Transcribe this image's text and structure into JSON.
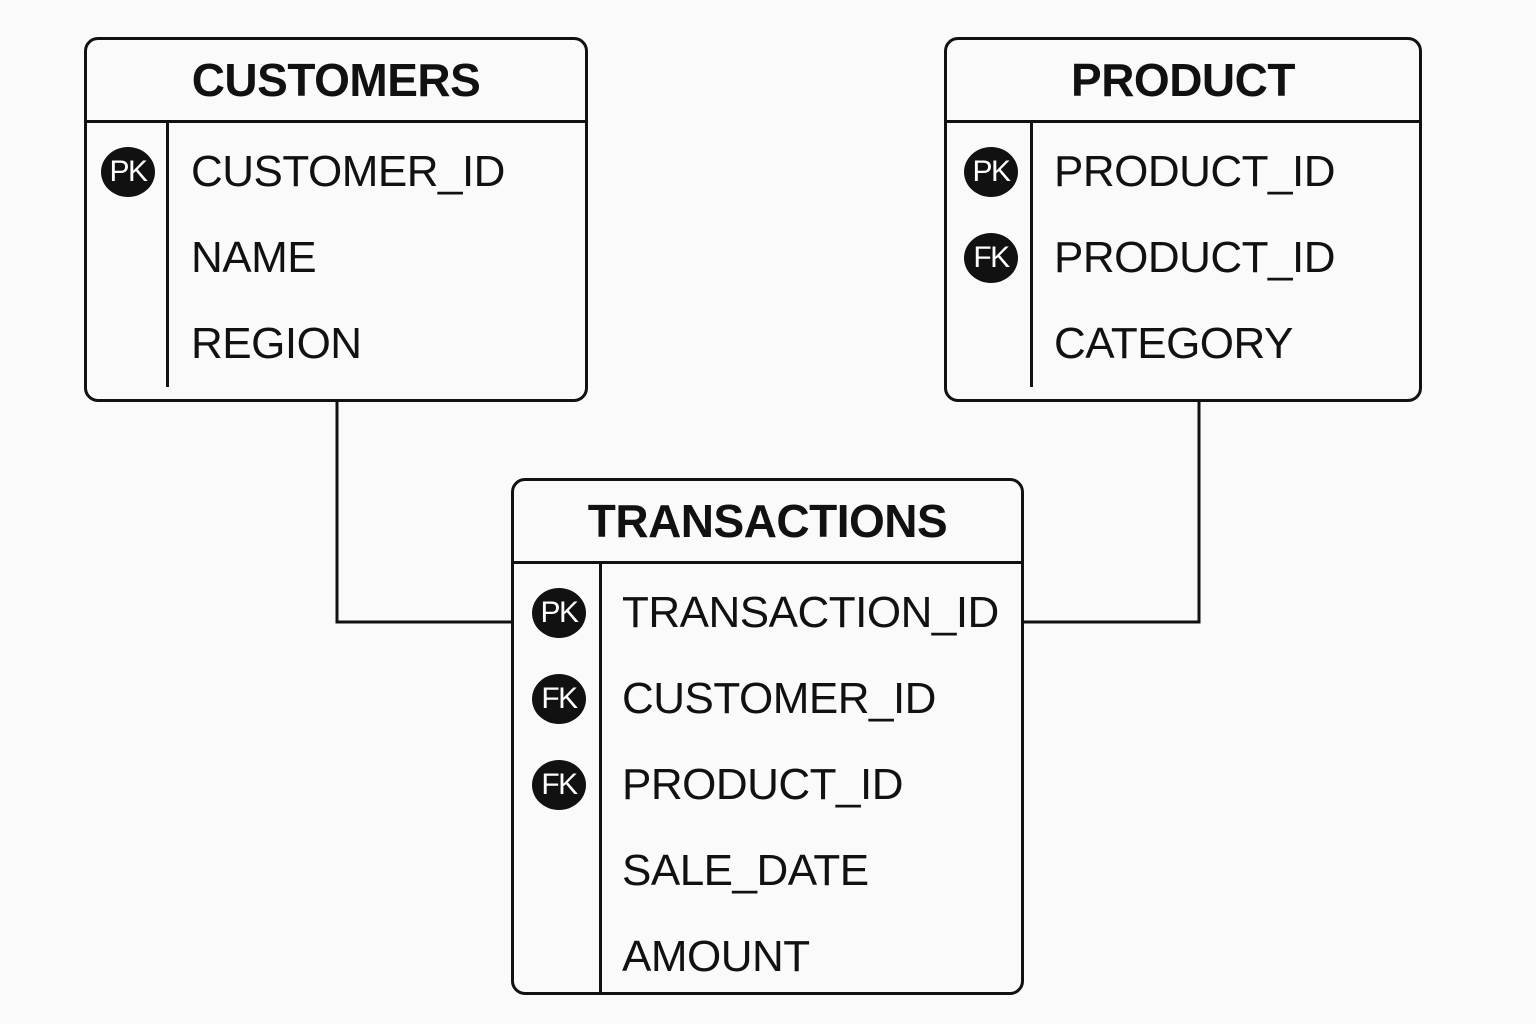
{
  "colors": {
    "background": "#fafafa",
    "line": "#111111",
    "badge_fill": "#111111",
    "badge_text": "#ffffff"
  },
  "entities": {
    "customers": {
      "title": "CUSTOMERS",
      "fields": [
        {
          "key": "PK",
          "name": "CUSTOMER_ID"
        },
        {
          "key": "",
          "name": "NAME"
        },
        {
          "key": "",
          "name": "REGION"
        }
      ]
    },
    "product": {
      "title": "PRODUCT",
      "fields": [
        {
          "key": "PK",
          "name": "PRODUCT_ID"
        },
        {
          "key": "FK",
          "name": "PRODUCT_ID"
        },
        {
          "key": "",
          "name": "CATEGORY"
        }
      ]
    },
    "transactions": {
      "title": "TRANSACTIONS",
      "fields": [
        {
          "key": "PK",
          "name": "TRANSACTION_ID"
        },
        {
          "key": "FK",
          "name": "CUSTOMER_ID"
        },
        {
          "key": "FK",
          "name": "PRODUCT_ID"
        },
        {
          "key": "",
          "name": "SALE_DATE"
        },
        {
          "key": "",
          "name": "AMOUNT"
        }
      ]
    }
  },
  "relationships": [
    {
      "from": "customers",
      "to": "transactions"
    },
    {
      "from": "product",
      "to": "transactions"
    }
  ]
}
